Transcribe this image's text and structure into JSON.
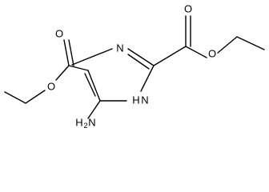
{
  "molecule": {
    "atoms": {
      "n3": "N",
      "n1_h": "H",
      "n1": "N",
      "carbonyl_o_left": "O",
      "ester_o_left": "O",
      "carbonyl_o_right": "O",
      "ester_o_right": "O",
      "amine_h": "H",
      "amine_h_count": "2",
      "amine_n": "N"
    }
  }
}
